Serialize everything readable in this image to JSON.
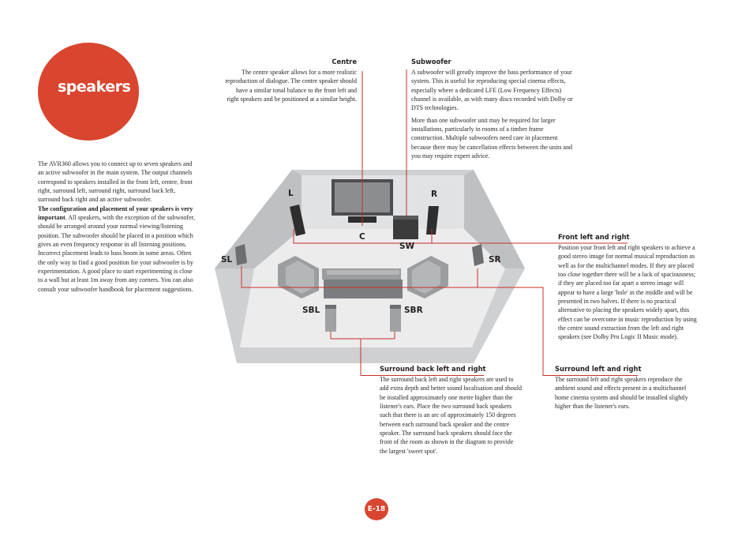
{
  "title": "speakers",
  "intro": {
    "paragraph1": "The AVR360 allows you to connect up to seven speakers and an active subwoofer in the main system. The output channels correspond to speakers installed in the front left, centre, front right, surround left, surround right, surround back left, surround back right and an active subwoofer.",
    "paragraph2_bold": "The configuration and placement of your speakers is very important",
    "paragraph2_rest": ". All speakers, with the exception of the subwoofer, should be arranged around your normal viewing/listening position. The subwoofer should be placed in a position which gives an even frequency response in all listening positions. Incorrect placement leads to bass boom in some areas. Often the only way to find a good position for your subwoofer is by experimentation. A good place to start experimenting is close to a wall but at least 1m away from any corners. You can also consult your subwoofer handbook for placement suggestions."
  },
  "centre": {
    "heading": "Centre",
    "text": "The centre speaker allows for a more realistic reproduction of dialogue. The centre speaker should have a similar tonal balance to the front left and right speakers and be positioned at a similar height."
  },
  "subwoofer": {
    "heading": "Subwoofer",
    "p1": "A subwoofer will greatly improve the bass performance of your system. This is useful for reproducing special cinema effects, especially where a dedicated LFE (Low Frequency Effects) channel is available, as with many discs recorded with Dolby or DTS technologies.",
    "p2": "More than one subwoofer unit may be required for larger installations, particularly in rooms of a timber frame construction. Multiple subwoofers need care in placement because there may be cancellation effects between the units and you may require expert advice."
  },
  "front_lr": {
    "heading": "Front left and right",
    "text": "Position your front left and right speakers to achieve a good stereo image for normal musical reproduction as well as for the multichannel modes. If they are placed too close together there will be a lack of spaciousness; if they are placed too far apart a stereo image will appear to have a large 'hole' in the middle and will be presented in two halves. If there is no practical alternative to placing the speakers widely apart, this effect can be overcome in music reproduction by using the centre sound extraction from the left and right speakers (see Dolby Pro Logic II Music mode)."
  },
  "surround_back": {
    "heading": "Surround back left and right",
    "text": "The surround back left and right speakers are used to add extra depth and better sound localisation and should be installed approximately one metre higher than the listener's ears. Place the two surround back speakers such that there is an arc of approximately 150 degrees between each surround back speaker and the centre speaker. The surround back speakers should face the front of the room as shown in the diagram to provide the largest 'sweet spot'."
  },
  "surround_lr": {
    "heading": "Surround left and right",
    "text": "The surround left and right speakers reproduce the ambient sound and effects present in a multichannel home cinema system and should be installed slightly higher than the listener's ears."
  },
  "diagram": {
    "labels": {
      "L": "L",
      "R": "R",
      "C": "C",
      "SW": "SW",
      "SL": "SL",
      "SR": "SR",
      "SBL": "SBL",
      "SBR": "SBR"
    }
  },
  "page_number": "E-18",
  "colors": {
    "accent": "#d9452e",
    "lines": "#c8302a"
  }
}
